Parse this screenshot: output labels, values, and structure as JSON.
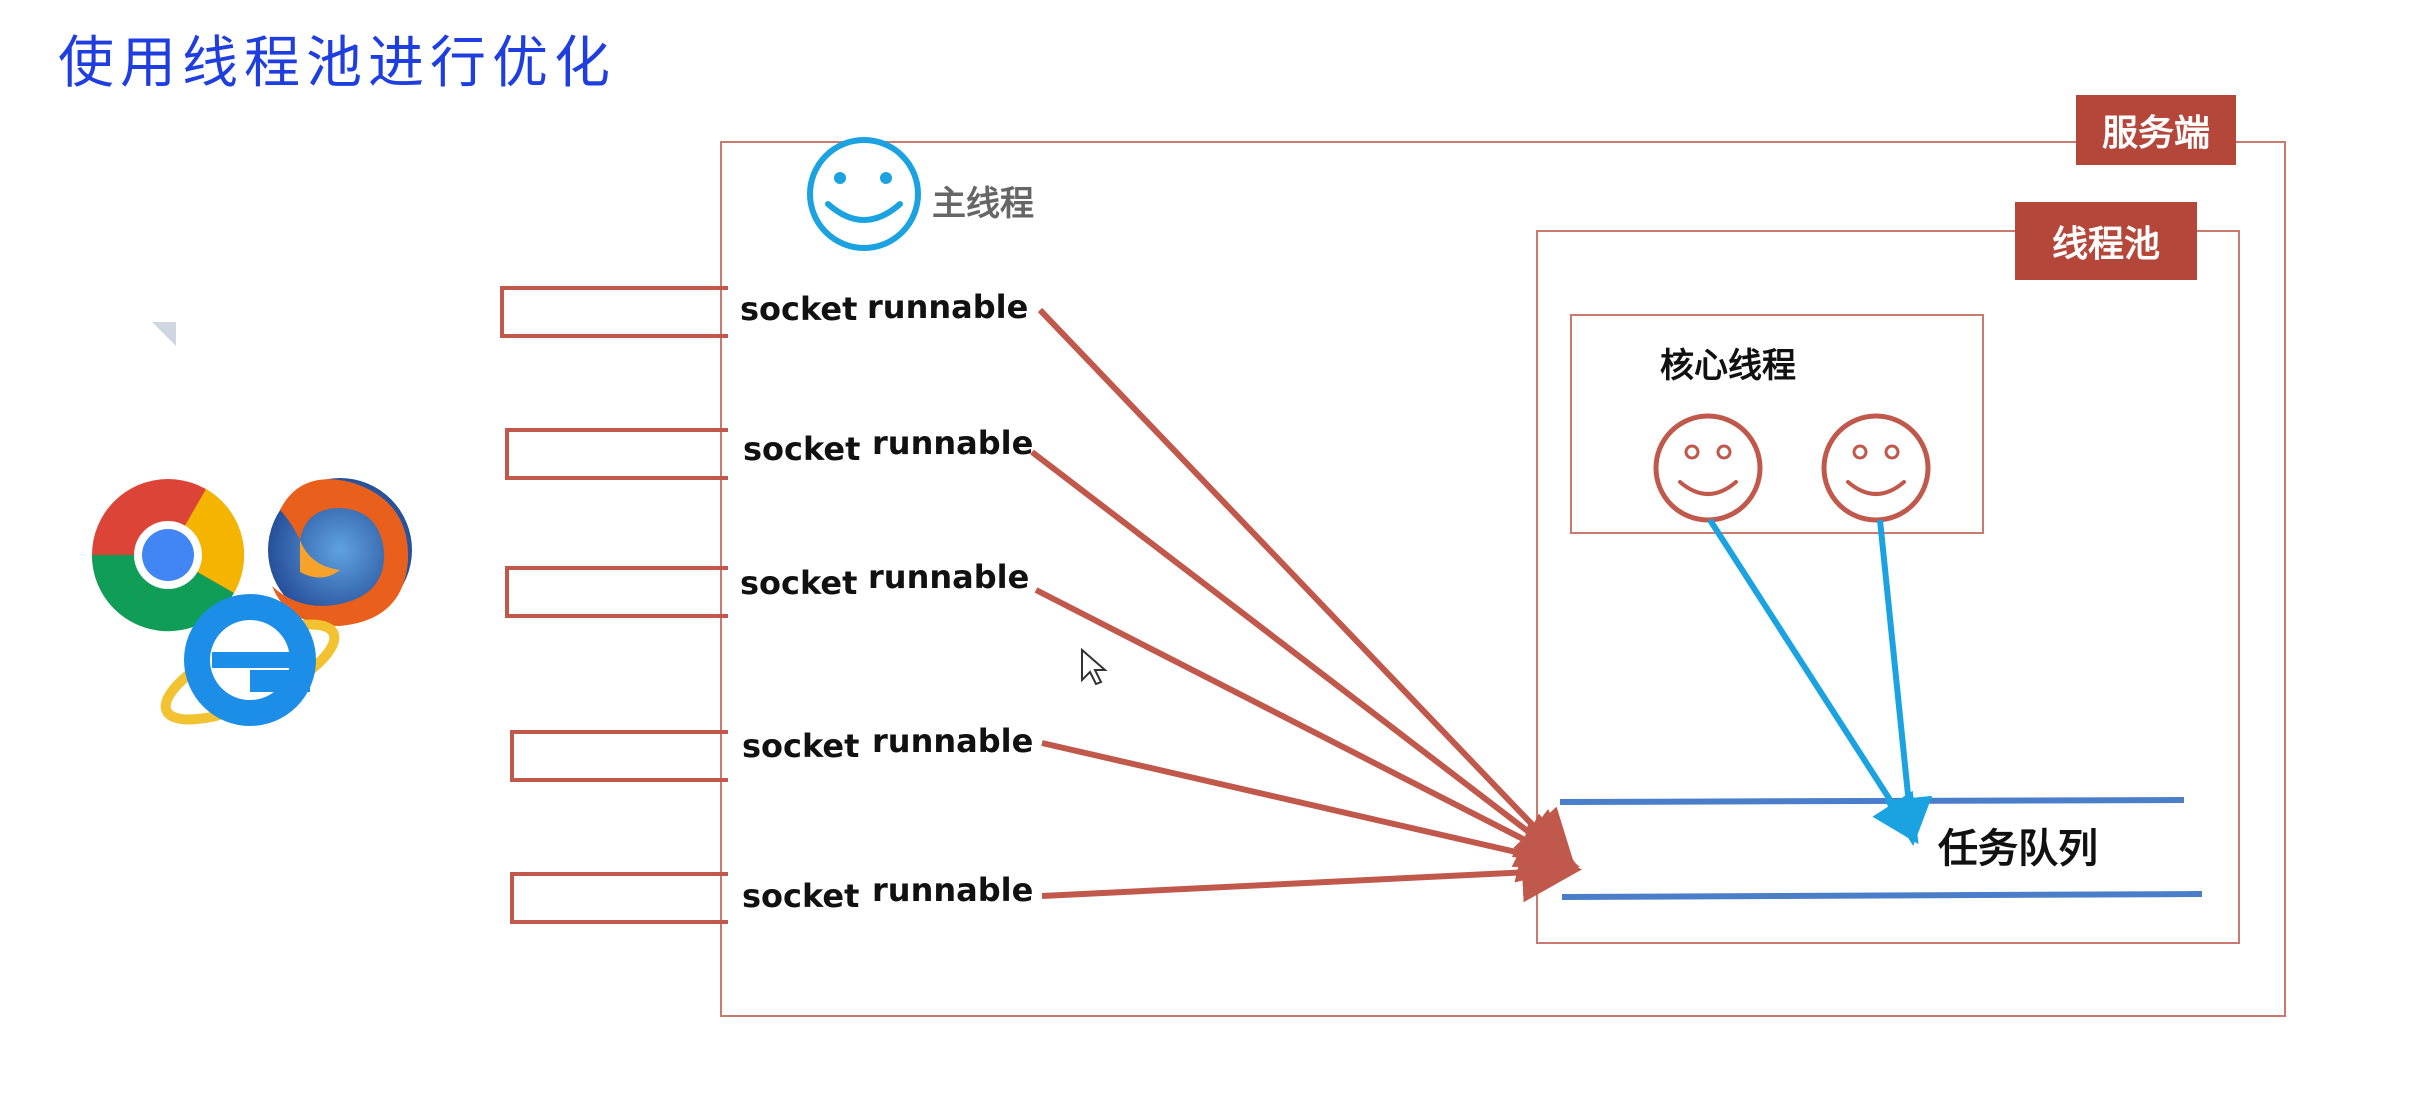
{
  "title": "使用线程池进行优化",
  "server": {
    "label": "服务端"
  },
  "main_thread": {
    "label": "主线程"
  },
  "thread_pool": {
    "label": "线程池"
  },
  "core_threads": {
    "label": "核心线程"
  },
  "task_queue": {
    "label": "任务队列"
  },
  "rows": [
    {
      "socket": "socket",
      "runnable": "runnable"
    },
    {
      "socket": "socket",
      "runnable": "runnable"
    },
    {
      "socket": "socket",
      "runnable": "runnable"
    },
    {
      "socket": "socket",
      "runnable": "runnable"
    },
    {
      "socket": "socket",
      "runnable": "runnable"
    }
  ],
  "browsers": [
    "chrome-icon",
    "firefox-icon",
    "ie-icon"
  ],
  "colors": {
    "title": "#1f3ee0",
    "border": "#c87a6e",
    "tag_bg": "#b5463a",
    "red_arrow": "#c0584c",
    "blue_arrow": "#1aa3e0",
    "queue_line": "#4a7ec8",
    "main_face": "#1aa3e0",
    "core_face": "#c0584c"
  }
}
